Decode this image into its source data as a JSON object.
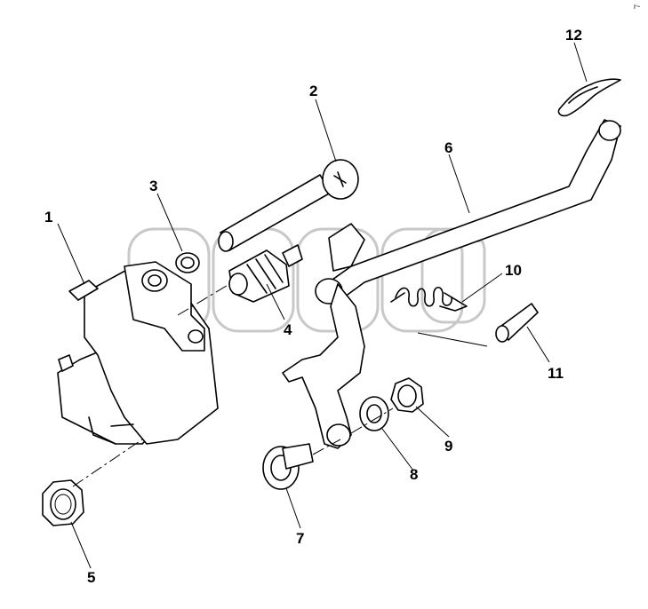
{
  "diagram": {
    "callouts": [
      "1",
      "2",
      "3",
      "4",
      "5",
      "6",
      "7",
      "8",
      "9",
      "10",
      "11",
      "12"
    ],
    "watermark_tm": "TM",
    "corner_mark": "r~"
  }
}
